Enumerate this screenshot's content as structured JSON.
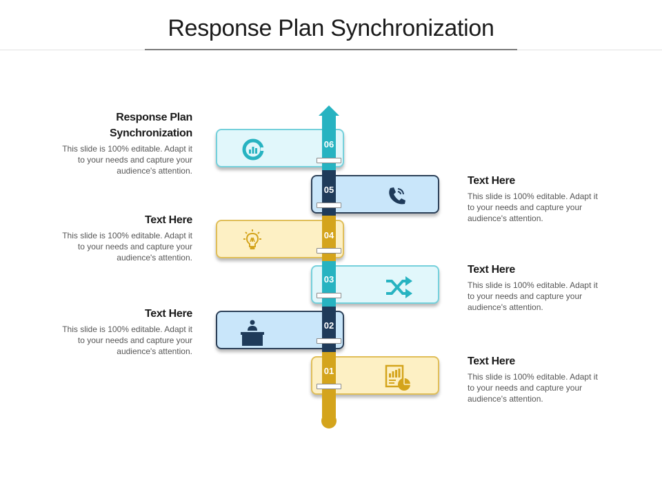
{
  "title": "Response Plan Synchronization",
  "steps": [
    {
      "number": "01",
      "icon": "report-chart-icon",
      "color": "#d4a41c"
    },
    {
      "number": "02",
      "icon": "podium-speaker-icon",
      "color": "#1f3b5a"
    },
    {
      "number": "03",
      "icon": "shuffle-arrows-icon",
      "color": "#27b3c1"
    },
    {
      "number": "04",
      "icon": "lightbulb-icon",
      "color": "#d4a41c"
    },
    {
      "number": "05",
      "icon": "phone-icon",
      "color": "#1f3b5a"
    },
    {
      "number": "06",
      "icon": "pie-chart-icon",
      "color": "#27b3c1"
    }
  ],
  "blocks": [
    {
      "heading": "Response Plan Synchronization",
      "body": "This slide is 100% editable. Adapt it to your needs and capture your audience's attention."
    },
    {
      "heading": "Text Here",
      "body": "This slide is 100% editable. Adapt it to your needs and capture your audience's attention."
    },
    {
      "heading": "Text Here",
      "body": "This slide is 100% editable. Adapt it to your needs and capture your audience's attention."
    },
    {
      "heading": "Text Here",
      "body": "This slide is 100% editable. Adapt it to your needs and capture your audience's attention."
    },
    {
      "heading": "Text Here",
      "body": "This slide is 100% editable. Adapt it to your needs and capture your audience's attention."
    },
    {
      "heading": "Text Here",
      "body": "This slide is 100% editable. Adapt it to your needs and capture your audience's attention."
    }
  ]
}
